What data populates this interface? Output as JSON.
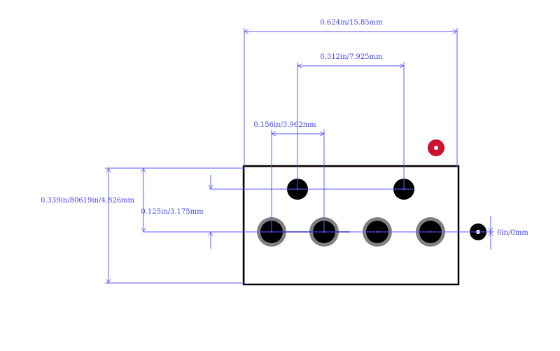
{
  "dimensions": {
    "overall_width": "0.624in/15.85mm",
    "row_pitch": "0.312in/7.925mm",
    "pin_pitch": "0.156in/3.962mm",
    "overall_height_overlap": "0.339in/80619in/4.826mm",
    "row_spacing": "0.125in/3.175mm",
    "pad_offset": "0in/0mm"
  },
  "colors": {
    "dimension": "#5b5bff",
    "outline": "#000000",
    "outline_inner": "#d05060",
    "pad": "#000000",
    "pad_ring": "#808080",
    "pin1_marker": "#cc1133"
  }
}
